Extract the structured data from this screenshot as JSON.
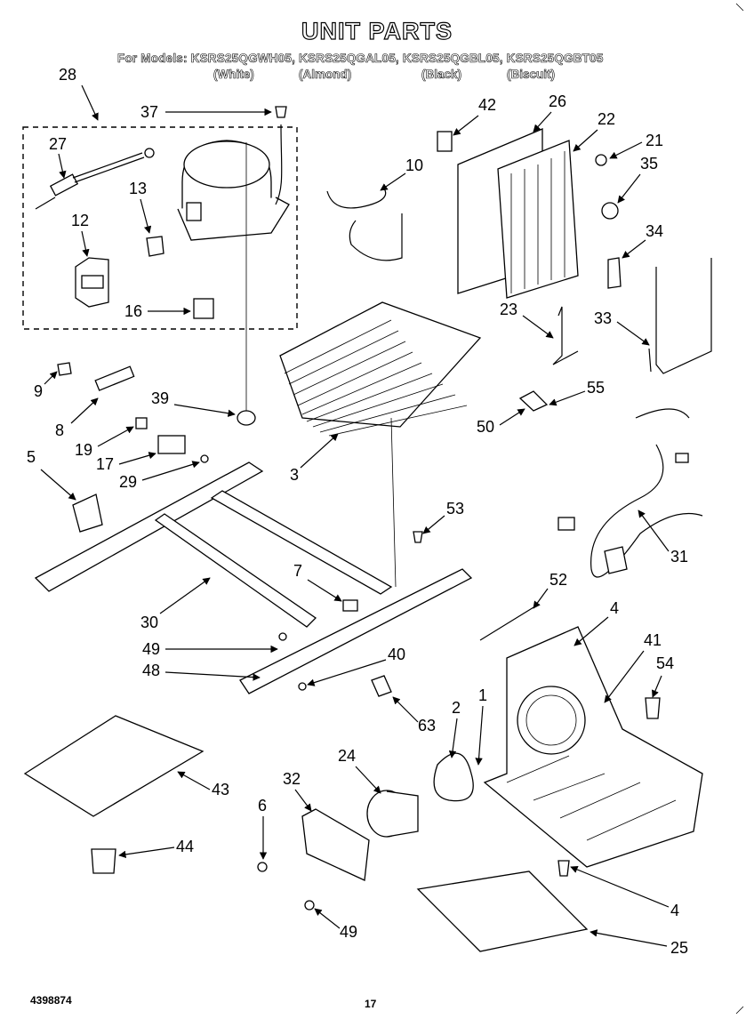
{
  "header": {
    "title": "UNIT PARTS",
    "models_line": "For Models: KSRS25QGWH05, KSRS25QGAL05, KSRS25QGBL05, KSRS25QGBT05",
    "colors": [
      "(White)",
      "(Almond)",
      "(Black)",
      "(Biscuit)"
    ]
  },
  "footer": {
    "doc_number": "4398874",
    "page_number": "17"
  },
  "callouts": {
    "c28": "28",
    "c37": "37",
    "c27": "27",
    "c13": "13",
    "c12": "12",
    "c16": "16",
    "c10": "10",
    "c42": "42",
    "c26": "26",
    "c22": "22",
    "c21": "21",
    "c35": "35",
    "c34": "34",
    "c23": "23",
    "c33": "33",
    "c55": "55",
    "c50": "50",
    "c9": "9",
    "c8": "8",
    "c39": "39",
    "c19": "19",
    "c17": "17",
    "c29": "29",
    "c5": "5",
    "c3": "3",
    "c53": "53",
    "c31": "31",
    "c7": "7",
    "c52": "52",
    "c4a": "4",
    "c41": "41",
    "c30": "30",
    "c49a": "49",
    "c40": "40",
    "c54": "54",
    "c48": "48",
    "c63": "63",
    "c2": "2",
    "c1": "1",
    "c43": "43",
    "c24": "24",
    "c32": "32",
    "c6": "6",
    "c44": "44",
    "c4b": "4",
    "c49b": "49",
    "c25": "25"
  }
}
